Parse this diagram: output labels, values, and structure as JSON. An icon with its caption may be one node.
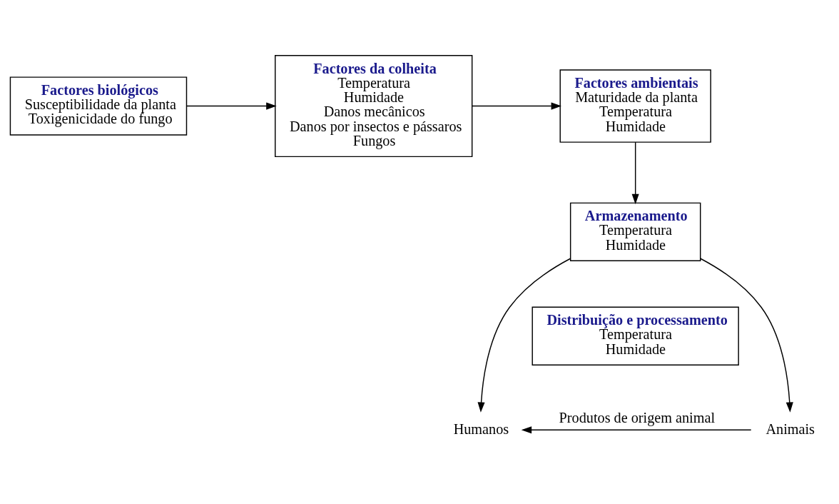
{
  "diagram": {
    "nodes": [
      {
        "text": [
          "Factores biológicos",
          "Susceptibilidade da planta",
          "Toxigenicidade do fungo"
        ]
      },
      {
        "text": [
          "Factores da colheita",
          "Temperatura",
          "Humidade",
          "Danos mecânicos",
          "Danos por insectos e pássaros",
          "Fungos"
        ]
      },
      {
        "text": [
          "Factores ambientais",
          "Maturidade da planta",
          "Temperatura",
          "Humidade"
        ]
      },
      {
        "text": [
          "Armazenamento",
          "Temperatura",
          "Humidade"
        ]
      },
      {
        "text": [
          "Distribuição e processamento",
          "Temperatura",
          "Humidade"
        ]
      },
      {
        "text": [
          "Humanos"
        ]
      },
      {
        "text": [
          "Animais"
        ]
      }
    ],
    "edges": [
      {
        "from": 0,
        "to": 1,
        "arrow": "to"
      },
      {
        "from": 1,
        "to": 2,
        "arrow": "to"
      },
      {
        "from": 2,
        "to": 3,
        "arrow": "to"
      },
      {
        "from": 3,
        "to": 5,
        "arrow": "to"
      },
      {
        "from": 3,
        "to": 6,
        "arrow": "to"
      },
      {
        "from": 6,
        "to": 5,
        "arrow": "to",
        "label": "Produtos de origem animal"
      }
    ]
  }
}
